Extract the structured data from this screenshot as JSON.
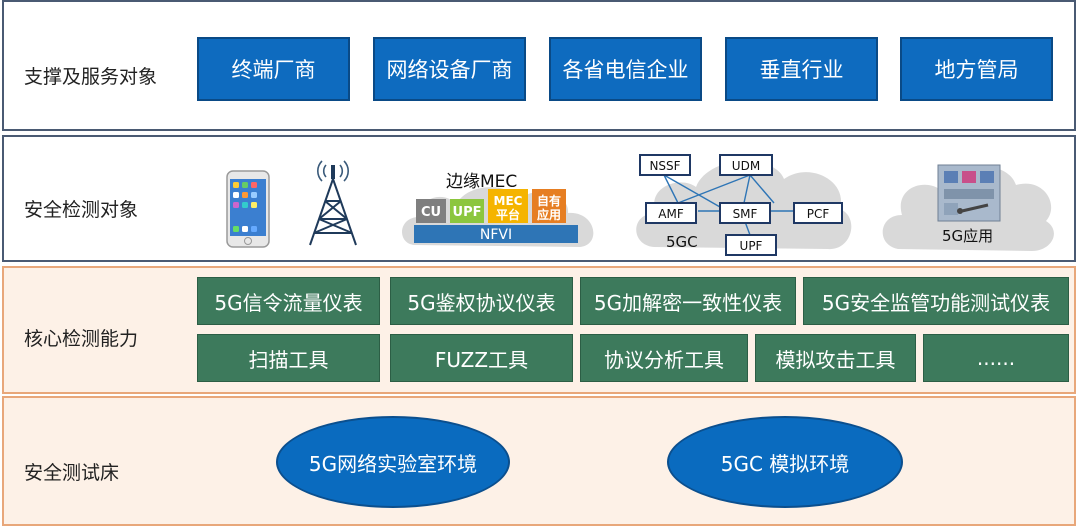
{
  "layers": {
    "service": {
      "label": "支撑及服务对象",
      "items": [
        "终端厂商",
        "网络设备厂商",
        "各省电信企业",
        "垂直行业",
        "地方管局"
      ]
    },
    "objects": {
      "label": "安全检测对象",
      "mec": {
        "title": "边缘MEC",
        "cu": "CU",
        "upf": "UPF",
        "mec_platform": "MEC\n平台",
        "self_app": "自有\n应用",
        "nfvi": "NFVI"
      },
      "core": {
        "nssf": "NSSF",
        "udm": "UDM",
        "amf": "AMF",
        "smf": "SMF",
        "pcf": "PCF",
        "upf": "UPF",
        "label": "5GC"
      },
      "app": {
        "label": "5G应用"
      }
    },
    "capability": {
      "label": "核心检测能力",
      "row1": [
        "5G信令流量仪表",
        "5G鉴权协议仪表",
        "5G加解密一致性仪表",
        "5G安全监管功能测试仪表"
      ],
      "row2": [
        "扫描工具",
        "FUZZ工具",
        "协议分析工具",
        "模拟攻击工具",
        "......"
      ]
    },
    "testbed": {
      "label": "安全测试床",
      "items": [
        "5G网络实验室环境",
        "5GC 模拟环境"
      ]
    }
  },
  "colors": {
    "blue_box": "#0e6bbf",
    "green_box": "#3d7a5c",
    "orange_layer_bg": "#fdf1e7",
    "ellipse": "#0a6bbf"
  }
}
